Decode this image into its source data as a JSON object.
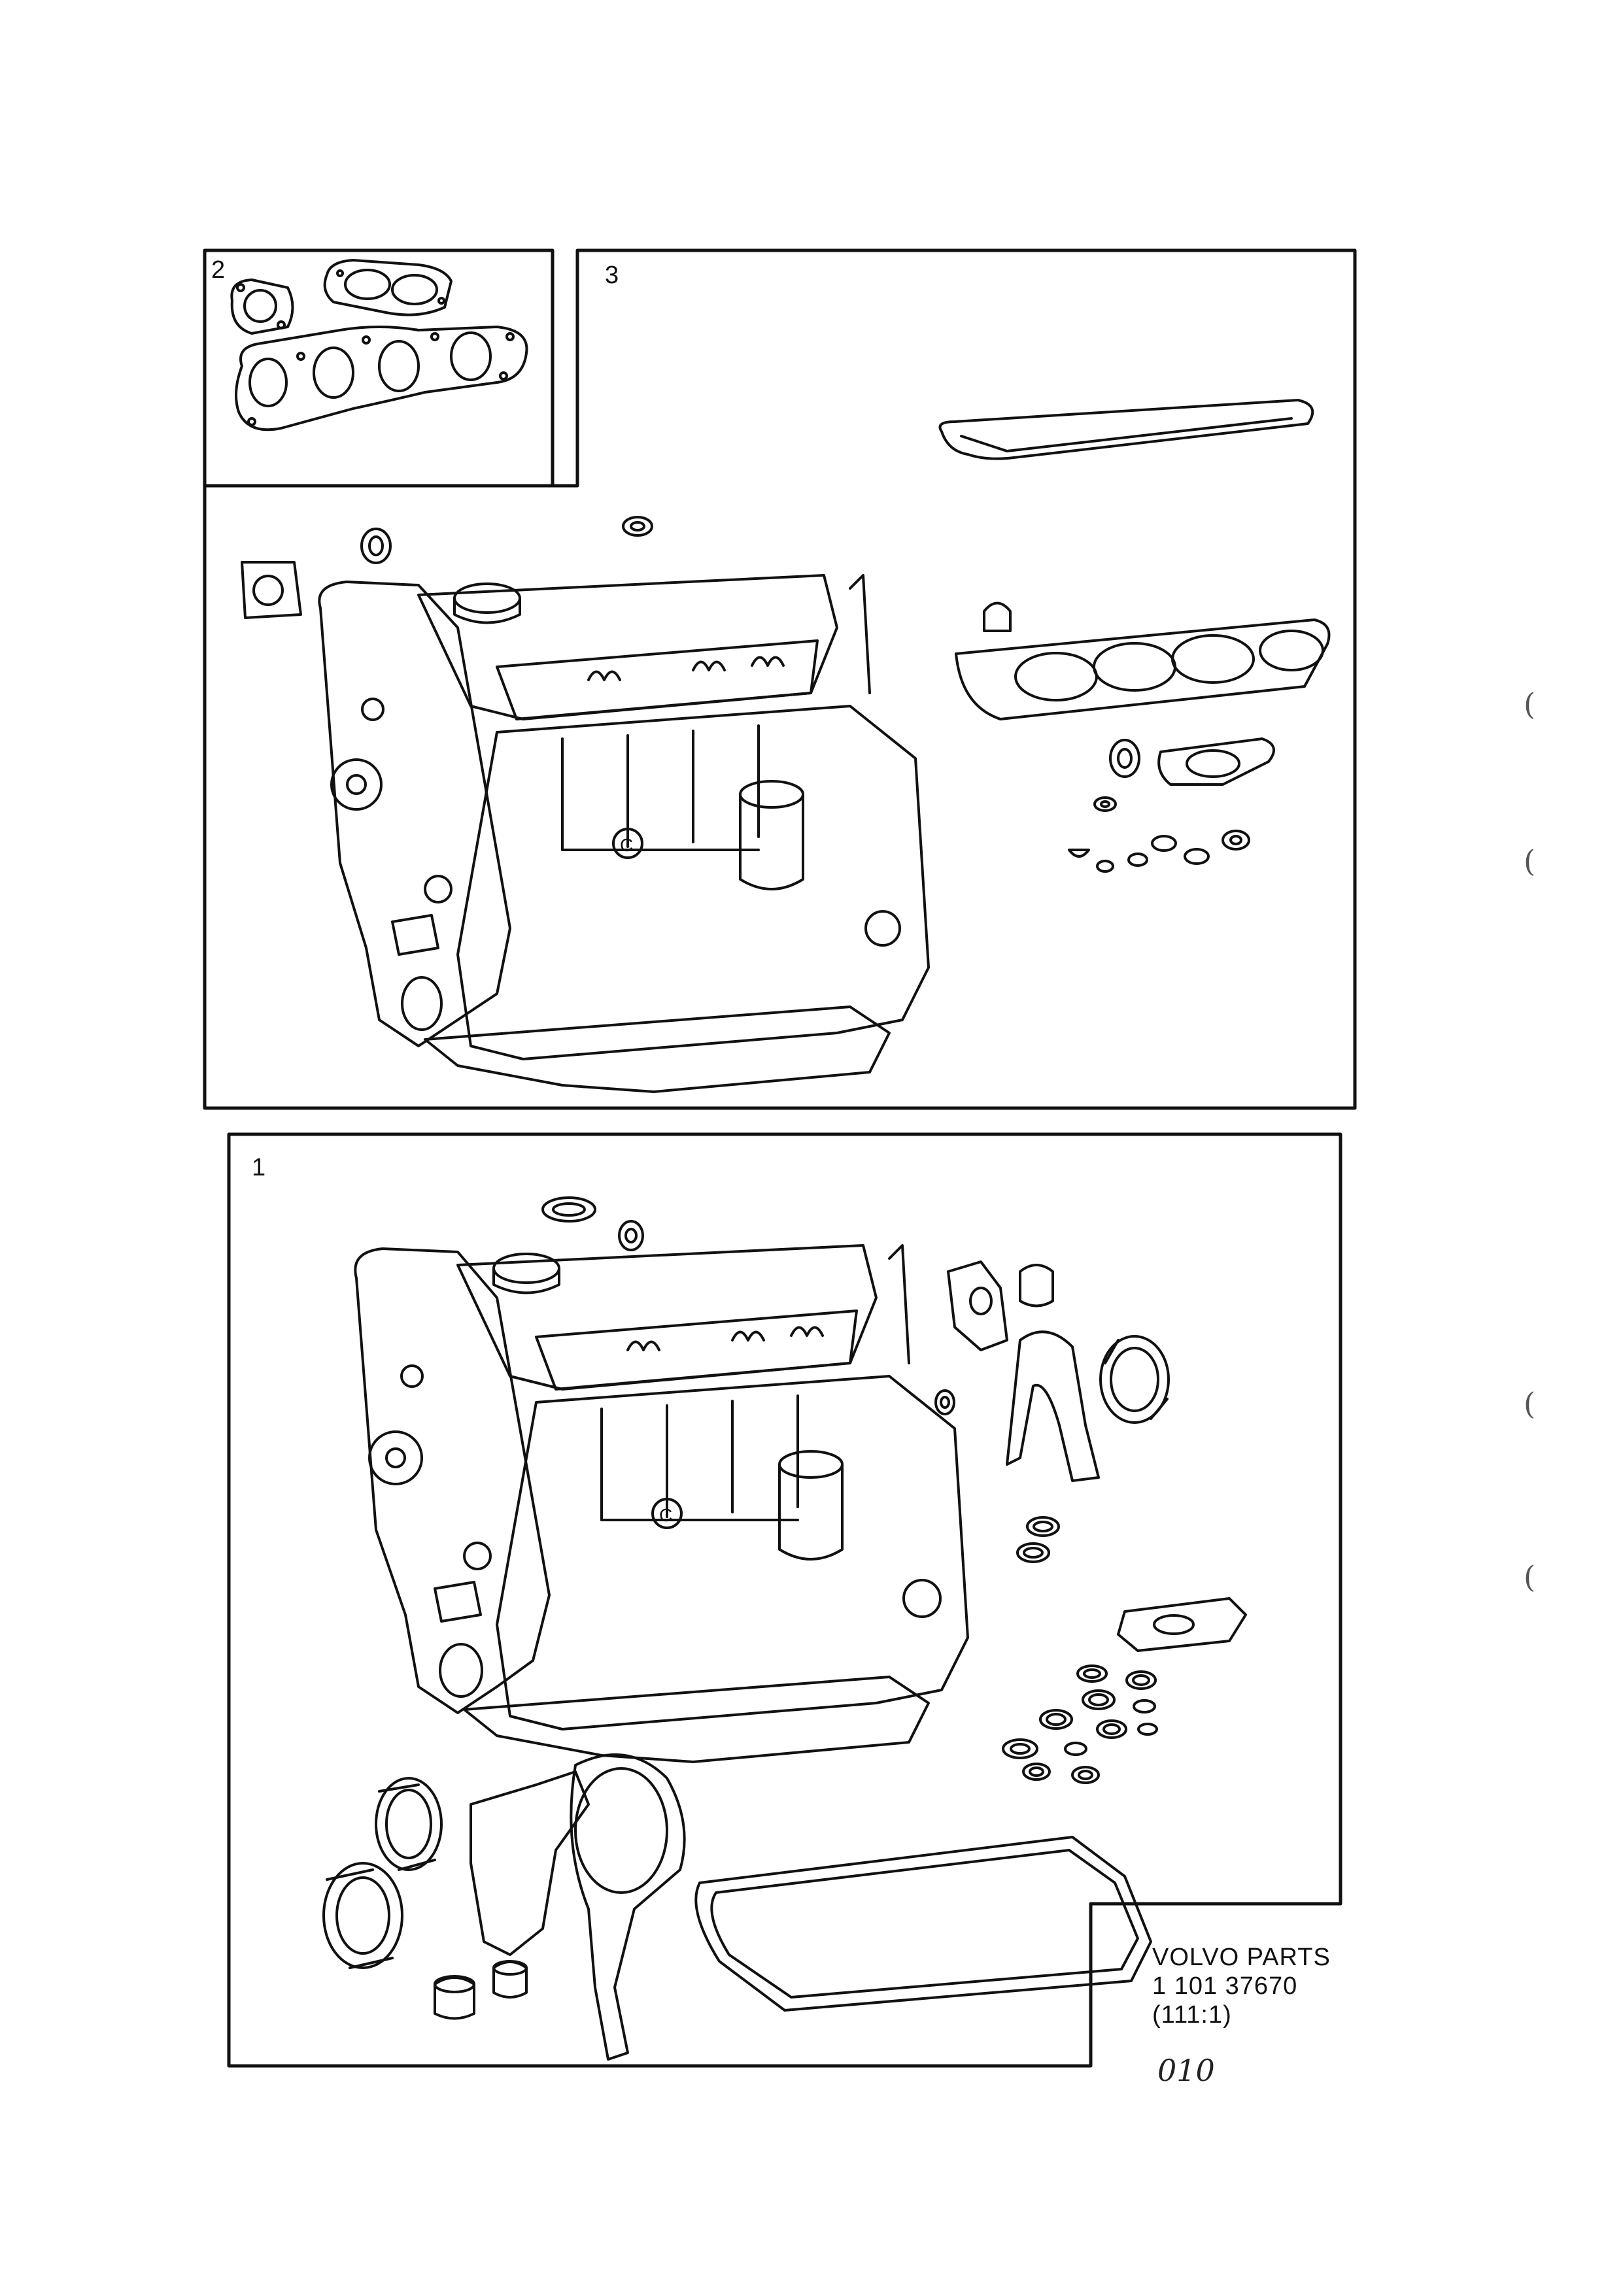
{
  "diagram": {
    "panels": [
      {
        "label": "2"
      },
      {
        "label": "3"
      },
      {
        "label": "1"
      }
    ]
  },
  "parts_info": {
    "brand": "VOLVO PARTS",
    "number": "1 101 37670",
    "group": "(111:1)",
    "handwritten": "010"
  },
  "margin_marks": [
    "(",
    "(",
    "(",
    "("
  ]
}
